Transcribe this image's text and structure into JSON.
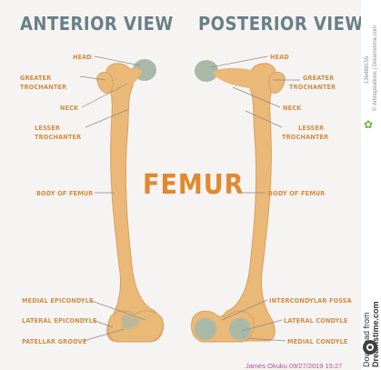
{
  "titles": {
    "anterior": "ANTERIOR VIEW",
    "posterior": "POSTERIOR VIEW"
  },
  "center_title": "FEMUR",
  "anterior_labels": {
    "head": "HEAD",
    "greater_trochanter_1": "GREATER",
    "greater_trochanter_2": "TROCHANTER",
    "neck": "NECK",
    "lesser_trochanter_1": "LESSER",
    "lesser_trochanter_2": "TROCHANTER",
    "body": "BODY OF FEMUR",
    "medial_epicondyle": "MEDIAL EPICONDYLE",
    "lateral_epicondyle": "LATERAL EPICONDYLE",
    "patellar_groove": "PATELLAR GROOVE"
  },
  "posterior_labels": {
    "head": "HEAD",
    "greater_trochanter_1": "GREATER",
    "greater_trochanter_2": "TROCHANTER",
    "neck": "NECK",
    "lesser_trochanter_1": "LESSER",
    "lesser_trochanter_2": "TROCHANTER",
    "body": "BODY OF FEMUR",
    "intercondylar_fossa": "INTERCONDYLAR FOSSA",
    "lateral_condyle": "LATERAL CONDYLE",
    "medial_condyle": "MEDIAL CONDYLE"
  },
  "sidebar": {
    "id_text": "136489155",
    "credit_text": "© Artinspirations | Dreamstime.com",
    "download_text_1": "Download from",
    "download_text_2": "Dreamstime.com"
  },
  "watermark": "James Okuku      09/27/2019 15:27",
  "colors": {
    "bone": "#eab877",
    "bone_shade": "#d9a05f",
    "cartilage": "#a9b9a7",
    "label": "#d58a3f",
    "title": "#6a7f88",
    "leader": "#8a8a8a"
  }
}
